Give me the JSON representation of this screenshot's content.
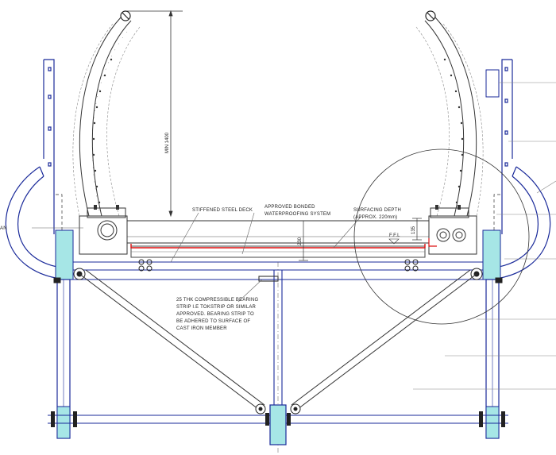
{
  "labels": {
    "stiffened_deck": "STIFFENED STEEL DECK",
    "waterproofing_line1": "APPROVED BONDED",
    "waterproofing_line2": "WATERPROOFING SYSTEM",
    "surfacing_line1": "SURFACING DEPTH",
    "surfacing_line2": "(APPROX. 220mm)",
    "ffl": "F.F.L",
    "bearing_line1": "25 THK COMPRESSIBLE BEARING",
    "bearing_line2": "STRIP I.E TOKSTRIP OR SIMILAR",
    "bearing_line3": "APPROVED. BEARING STRIP TO",
    "bearing_line4": "BE ADHERED TO SURFACE OF",
    "bearing_line5": "CAST IRON MEMBER",
    "left_edge_fragment": "AN"
  },
  "dimensions": {
    "min_height": "MIN 1400",
    "deck_depth": "230",
    "surfacing_depth": "135"
  },
  "colors": {
    "steel_outline": "#1a2a9a",
    "cyan_fill": "#a6e6e6",
    "waterproofing": "#dd1111",
    "line": "#333333",
    "leader": "#666666"
  }
}
